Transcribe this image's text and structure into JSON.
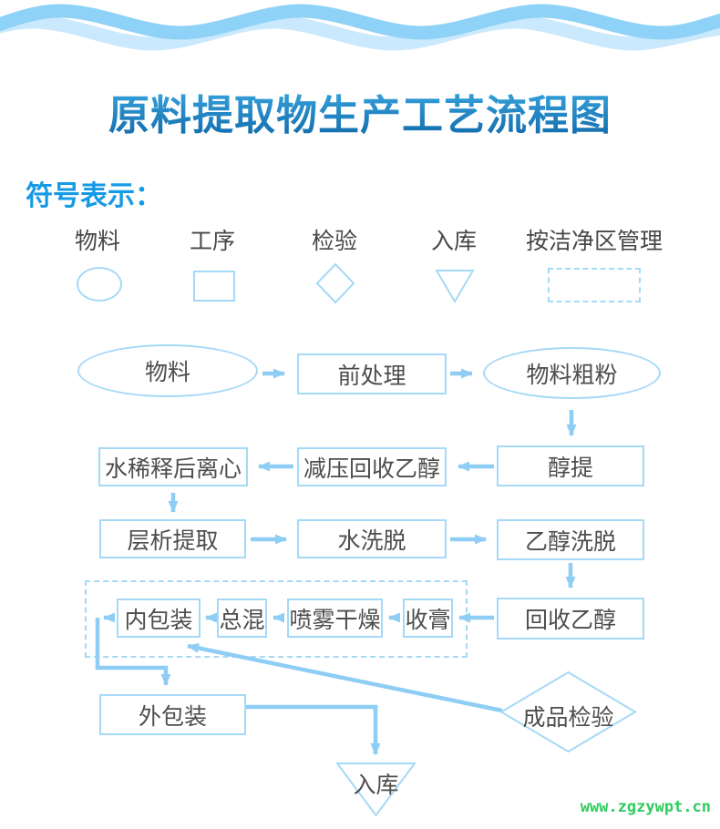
{
  "title": "原料提取物生产工艺流程图",
  "legend": {
    "heading": "符号表示：",
    "items": [
      {
        "label": "物料",
        "shape": "ellipse"
      },
      {
        "label": "工序",
        "shape": "rect"
      },
      {
        "label": "检验",
        "shape": "diamond"
      },
      {
        "label": "入库",
        "shape": "triangle-down"
      },
      {
        "label": "按洁净区管理",
        "shape": "dashed-rect"
      }
    ]
  },
  "flowchart": {
    "nodes": {
      "material": "物料",
      "pretreatment": "前处理",
      "coarse_powder": "物料粗粉",
      "alcohol_extract": "醇提",
      "vacuum_recover_ethanol": "减压回收乙醇",
      "water_dilute_centrifuge": "水稀释后离心",
      "chromatography": "层析提取",
      "water_elution": "水洗脱",
      "ethanol_elution": "乙醇洗脱",
      "recover_ethanol": "回收乙醇",
      "collect_paste": "收膏",
      "spray_drying": "喷雾干燥",
      "total_mixing": "总混",
      "inner_packaging": "内包装",
      "outer_packaging": "外包装",
      "final_inspection": "成品检验",
      "warehouse": "入库"
    }
  },
  "watermark": "www.zgzywpt.cn",
  "colors": {
    "wave_main": "#8fd2f7",
    "wave_light": "#cbe9fc",
    "title_gradient_top": "#3cabe4",
    "title_gradient_bottom": "#1068a8",
    "legend_heading": "#169ae6",
    "shape_stroke": "#a5d9f6",
    "arrow": "#8ecdf4",
    "node_text": "#4d4d4d",
    "watermark_green": "#2ecc5f"
  }
}
